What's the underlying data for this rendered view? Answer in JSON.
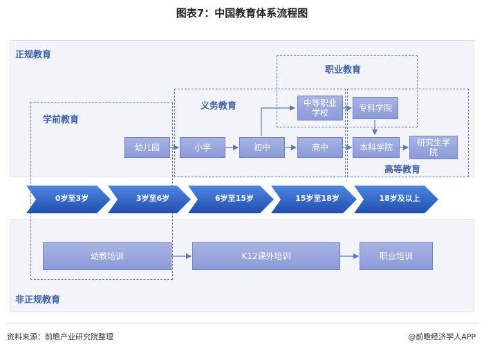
{
  "title": "图表7：中国教育体系流程图",
  "regions": {
    "formal": "正规教育",
    "informal": "非正规教育",
    "preschool": "学前教育",
    "compulsory": "义务教育",
    "vocational": "职业教育",
    "higher": "高等教育"
  },
  "nodes": {
    "kindergarten": "幼儿园",
    "primary": "小学",
    "junior": "初中",
    "senior": "高中",
    "secondary_voc_l1": "中等职业",
    "secondary_voc_l2": "学校",
    "college": "专科学院",
    "undergrad": "本科学院",
    "grad_l1": "研究生学",
    "grad_l2": "院",
    "early_training": "幼教培训",
    "k12_training": "K12课外培训",
    "voc_training": "职业培训"
  },
  "age_bands": [
    "0岁至3岁",
    "3岁至6岁",
    "6岁至15岁",
    "15岁至18岁",
    "18岁及以上"
  ],
  "colors": {
    "accent": "#3b5fa6",
    "node_fill": "#98a6dc",
    "arrow_band": "#2f62c4"
  },
  "footer": {
    "source": "资料来源：前瞻产业研究院整理",
    "brand": "@前瞻经济学人APP"
  }
}
